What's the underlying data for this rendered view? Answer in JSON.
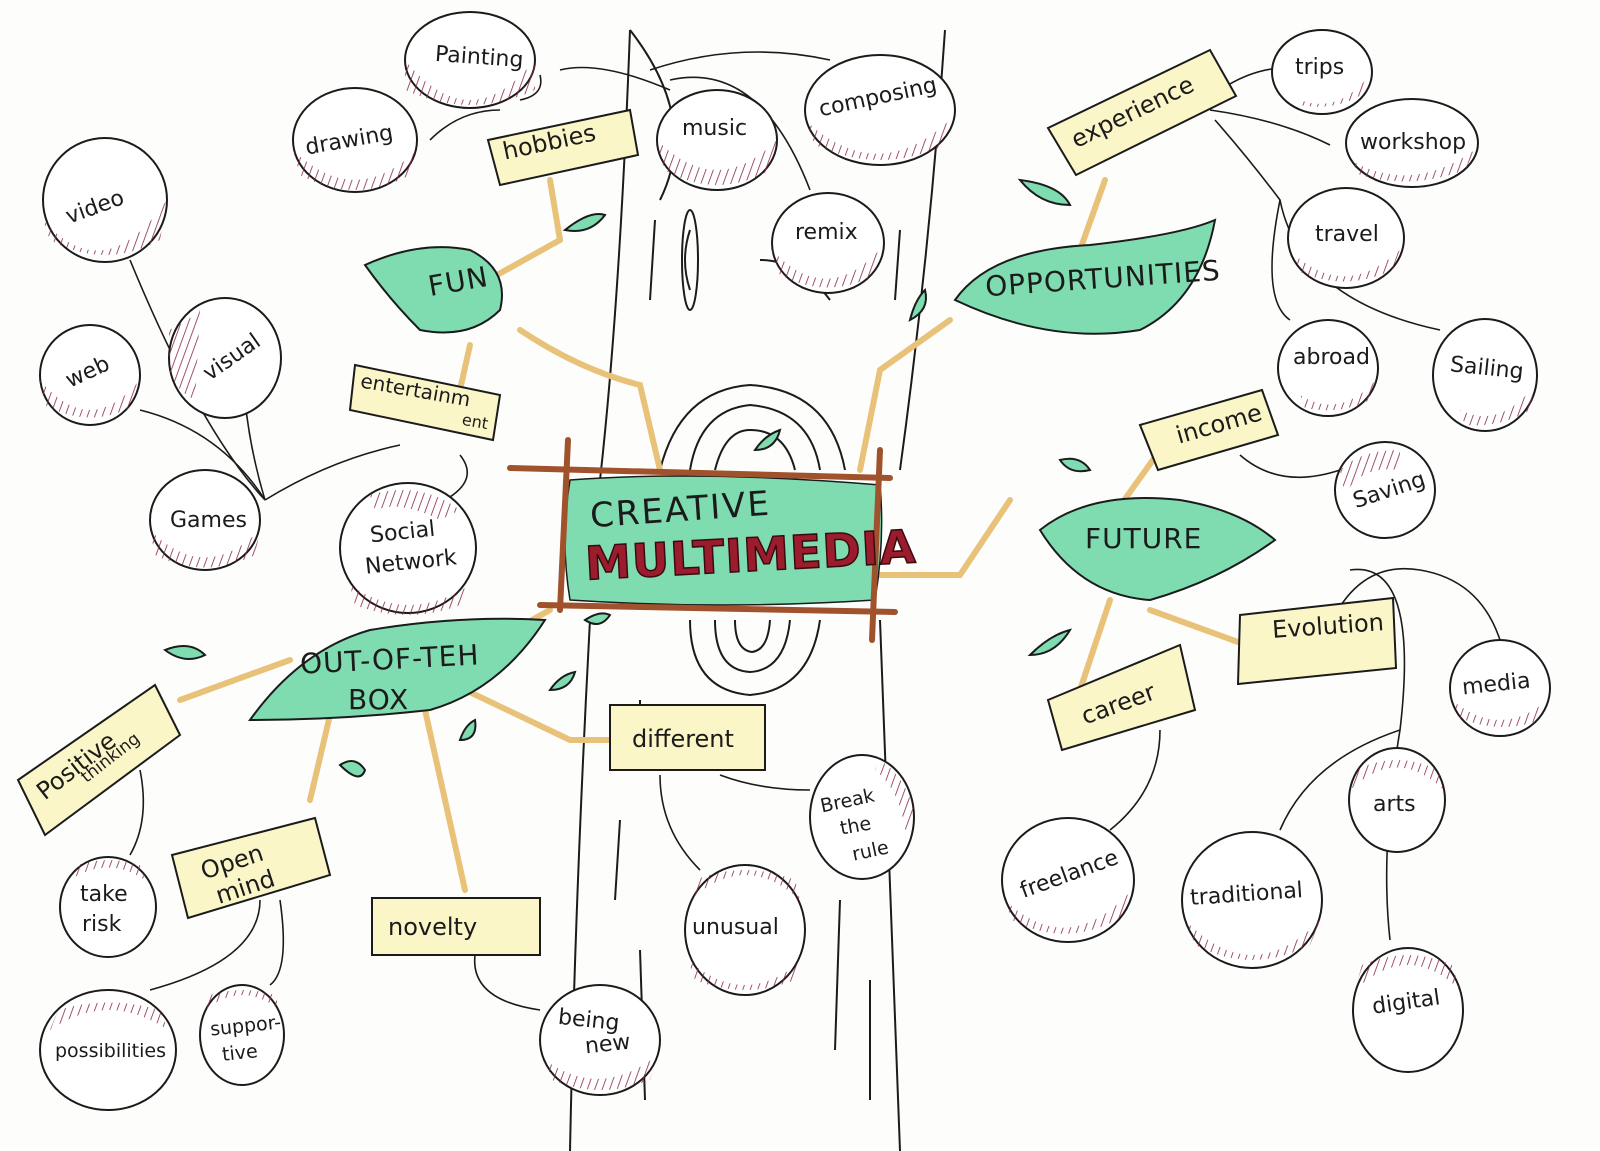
{
  "title": {
    "line1": "CREATIVE",
    "line2": "MULTIMEDIA"
  },
  "colors": {
    "leaf_green": "#7fdcb0",
    "tag_yellow": "#fbf6c8",
    "balloon_hatch": "#8a2848",
    "branch": "#e9c27a",
    "frame_brown": "#a0522d",
    "title_red": "#9b1c2c",
    "ink": "#1b1b1b"
  },
  "branches": [
    {
      "name": "FUN",
      "subtopics": [
        {
          "label": "hobbies",
          "children": [
            "Painting",
            "drawing",
            "music",
            "composing",
            "remix"
          ]
        },
        {
          "label": "entertainment",
          "children": [
            "Games",
            "Social Network",
            "video",
            "web",
            "visual"
          ]
        }
      ]
    },
    {
      "name": "OPPORTUNITIES",
      "subtopics": [
        {
          "label": "experience",
          "children": [
            "trips",
            "workshop",
            "travel",
            "abroad",
            "Sailing"
          ]
        }
      ]
    },
    {
      "name": "FUTURE",
      "subtopics": [
        {
          "label": "income",
          "children": [
            "Saving"
          ]
        },
        {
          "label": "Evolution",
          "children": [
            "media",
            "arts",
            "traditional",
            "digital"
          ]
        },
        {
          "label": "career",
          "children": [
            "freelance"
          ]
        }
      ]
    },
    {
      "name": "OUT-OF-TEH BOX",
      "subtopics": [
        {
          "label": "Positive thinking",
          "children": [
            "take risk"
          ]
        },
        {
          "label": "Open mind",
          "children": [
            "possibilities",
            "suppor-tive"
          ]
        },
        {
          "label": "novelty",
          "children": [
            "being new"
          ]
        },
        {
          "label": "different",
          "children": [
            "unusual",
            "Break the rule"
          ]
        }
      ]
    }
  ],
  "leaves": {
    "fun": "FUN",
    "opportunities": "OPPORTUNITIES",
    "future": "FUTURE",
    "box1": "OUT-OF-TEH",
    "box2": "BOX"
  },
  "tags": {
    "hobbies": "hobbies",
    "entertainment": "entertainm",
    "entertainment_tail": "ent",
    "experience": "experience",
    "income": "income",
    "evolution": "Evolution",
    "career": "career",
    "positive": "Positive",
    "thinking": "thinking",
    "open": "Open",
    "mind": "mind",
    "novelty": "novelty",
    "different": "different"
  },
  "balloons": {
    "painting": "Painting",
    "drawing": "drawing",
    "music": "music",
    "composing": "composing",
    "remix": "remix",
    "video": "video",
    "web": "web",
    "visual": "visual",
    "games": "Games",
    "social1": "Social",
    "social2": "Network",
    "trips": "trips",
    "workshop": "workshop",
    "travel": "travel",
    "abroad": "abroad",
    "sailing": "Sailing",
    "saving": "Saving",
    "media": "media",
    "arts": "arts",
    "traditional": "traditional",
    "digital": "digital",
    "freelance": "freelance",
    "takerisk1": "take",
    "takerisk2": "risk",
    "possibilities": "possibilities",
    "supportive1": "suppor-",
    "supportive2": "tive",
    "beingnew1": "being",
    "beingnew2": "new",
    "unusual": "unusual",
    "break1": "Break",
    "break2": "the",
    "break3": "rule"
  }
}
